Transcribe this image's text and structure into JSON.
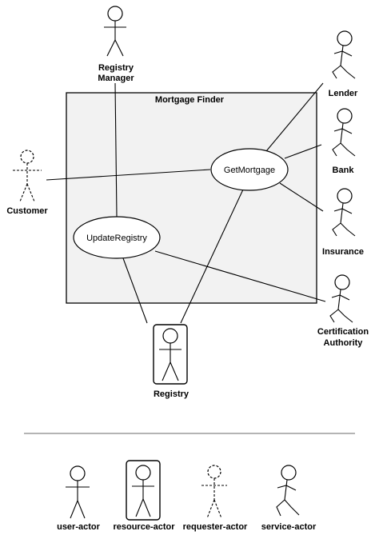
{
  "diagram": {
    "system_title": "Mortgage Finder",
    "use_cases": {
      "get_mortgage": "GetMortgage",
      "update_registry": "UpdateRegistry"
    },
    "actors": {
      "registry_manager": [
        "Registry",
        "Manager"
      ],
      "lender": "Lender",
      "bank": "Bank",
      "insurance": "Insurance",
      "certification_authority": [
        "Certification",
        "Authority"
      ],
      "customer": "Customer",
      "registry": "Registry"
    }
  },
  "legend": {
    "user_actor": "user-actor",
    "resource_actor": "resource-actor",
    "requester_actor": "requester-actor",
    "service_actor": "service-actor"
  },
  "colors": {
    "system_fill": "#f2f2f2",
    "stroke": "#000000",
    "divider": "#888888"
  }
}
